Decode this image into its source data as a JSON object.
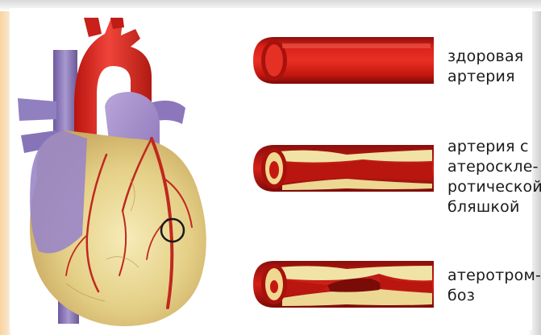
{
  "labels": {
    "healthy": [
      "здоровая",
      "артерия"
    ],
    "plaque": [
      "артерия с",
      "атероскле-",
      "ротической",
      "бляшкой"
    ],
    "thrombosis": [
      "атеротром-",
      "боз"
    ]
  },
  "colors": {
    "blood": "#d01818",
    "vessel_wall": "#9a1410",
    "plaque": "#f1e3a6",
    "heart_muscle": "#e6d28a",
    "aorta": "#d8281c",
    "vein": "#8a6fb6",
    "border_accent": "#f6b36b"
  }
}
